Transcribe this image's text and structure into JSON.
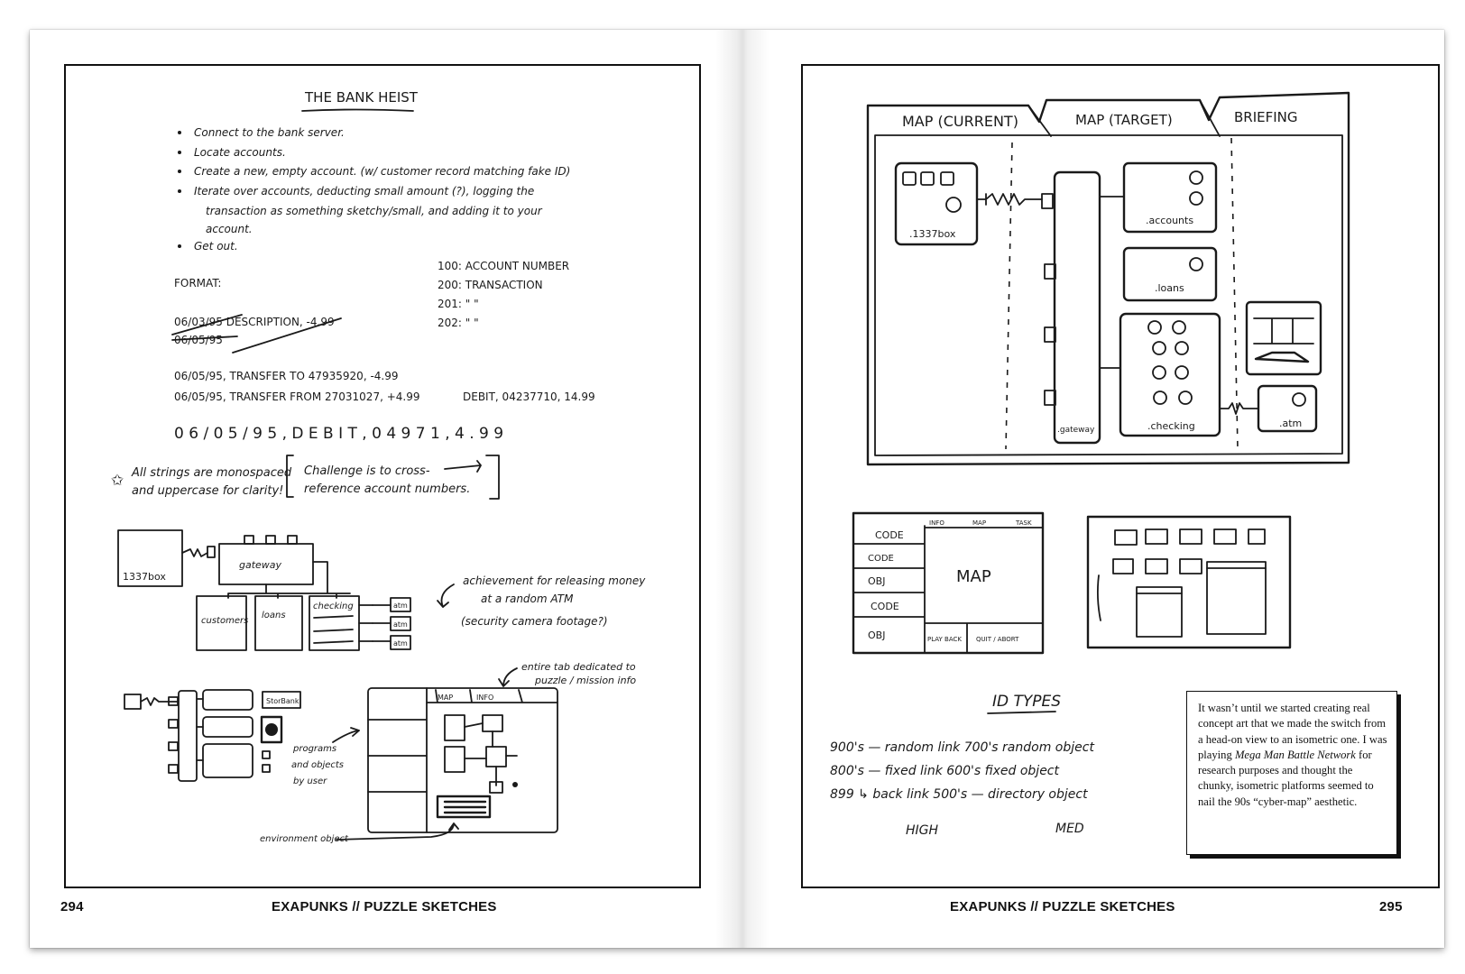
{
  "left_page": {
    "page_number": "294",
    "running_head": "EXAPUNKS // PUZZLE SKETCHES",
    "sketch": {
      "title": "THE BANK HEIST",
      "bullets": [
        "Connect to the bank server.",
        "Locate accounts.",
        "Create a new, empty account. (w/ customer record matching fake ID)",
        "Iterate over accounts, deducting small amount (?), logging the",
        "transaction as something sketchy/small, and adding it to your",
        "account.",
        "Get out."
      ],
      "format_label": "FORMAT:",
      "id_codes": [
        "100: ACCOUNT NUMBER",
        "200: TRANSACTION",
        "201: \"      \"",
        "202: \"      \""
      ],
      "struck_lines": [
        "06/03/95 DESCRIPTION, -4.99",
        "06/05/95"
      ],
      "records": [
        "06/05/95, TRANSFER TO 47935920, -4.99",
        "06/05/95, TRANSFER FROM 27031027, +4.99"
      ],
      "debit_side": "DEBIT, 04237710, 14.99",
      "big_record": "0 6 / 0 5 / 9 5 ,  D E B I T ,  0 4 9 7 1 ,  4 . 9 9",
      "note_left": [
        "All strings are monospaced",
        "and uppercase for clarity!"
      ],
      "note_right": [
        "Challenge is to cross-",
        "reference account numbers."
      ],
      "diagram1_labels": {
        "host": "1337box",
        "gateway": "gateway",
        "customers": "customers",
        "loans": "loans",
        "checking": "checking",
        "atm": "atm"
      },
      "achievement_note": [
        "achievement for releasing money",
        "at a random ATM",
        "(security camera footage?)"
      ],
      "tab_note": [
        "entire tab dedicated to",
        "puzzle / mission info"
      ],
      "diagram2_labels": {
        "tabs": [
          "MAP",
          "INFO"
        ],
        "storage": "StorBank",
        "programs_note": [
          "programs",
          "and objects",
          "by user"
        ],
        "env_note": "environment object"
      }
    }
  },
  "right_page": {
    "page_number": "295",
    "running_head": "EXAPUNKS // PUZZLE SKETCHES",
    "sketch": {
      "tabs": [
        "MAP (CURRENT)",
        "MAP (TARGET)",
        "BRIEFING"
      ],
      "nodes": [
        ".1337box",
        ".accounts",
        ".loans",
        ".checking",
        ".atm",
        ".gateway"
      ],
      "mini_ui": {
        "tabs": [
          "INFO",
          "MAP",
          "TASK"
        ],
        "left_items": [
          "CODE",
          "CODE",
          "OBJ",
          "CODE",
          "OBJ"
        ],
        "center": "MAP",
        "bottom": [
          "PLAY BACK",
          "QUIT / ABORT"
        ]
      },
      "id_types": {
        "heading": "ID TYPES",
        "rows": [
          "900's — random link   700's random object",
          "800's — fixed link   600's fixed object",
          "899  ↳ back link   500's — directory object"
        ],
        "labels": [
          "HIGH",
          "MED"
        ]
      }
    },
    "caption": {
      "before": "It wasn’t until we started creating real concept art that we made the switch from a head-on view to an isometric one. I was playing ",
      "italic": "Mega Man Battle Network",
      "after": " for research purposes and thought the chunky, isometric platforms seemed to nail the 90s “cyber-map” aesthetic."
    }
  }
}
